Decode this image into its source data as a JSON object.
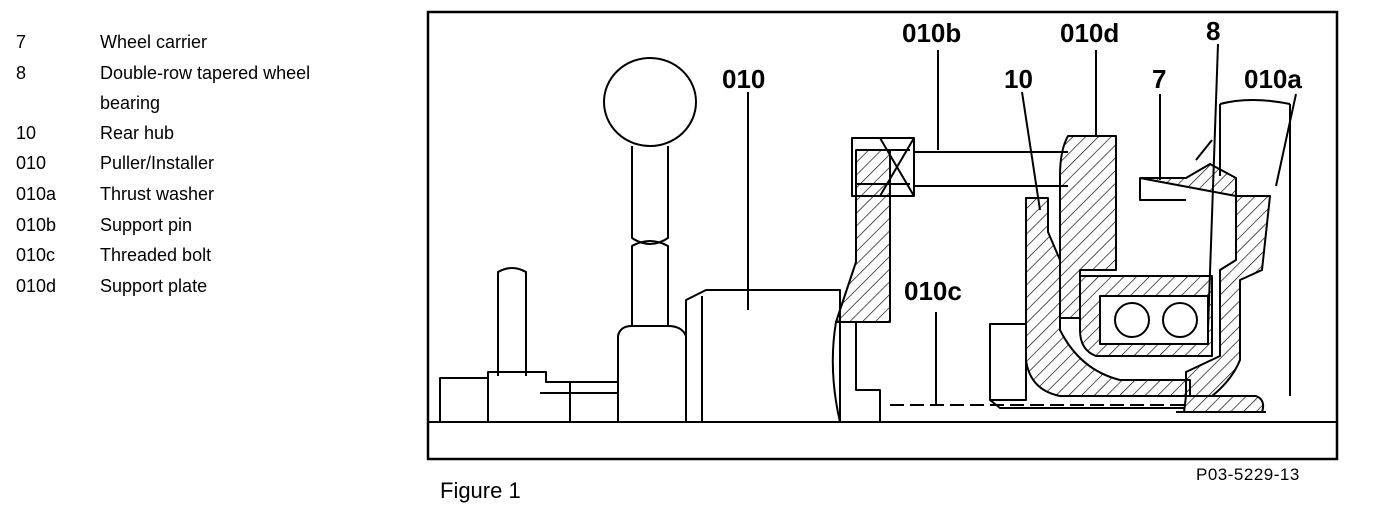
{
  "legend": [
    {
      "num": "7",
      "text": "Wheel carrier"
    },
    {
      "num": "8",
      "text": "Double-row tapered wheel",
      "text2": "bearing"
    },
    {
      "num": "10",
      "text": "Rear hub"
    },
    {
      "num": "010",
      "text": "Puller/Installer"
    },
    {
      "num": "010a",
      "text": "Thrust washer"
    },
    {
      "num": "010b",
      "text": "Support pin"
    },
    {
      "num": "010c",
      "text": "Threaded bolt"
    },
    {
      "num": "010d",
      "text": "Support plate"
    }
  ],
  "callouts": {
    "c010": "010",
    "c010b": "010b",
    "c010d": "010d",
    "c10": "10",
    "c7": "7",
    "c8": "8",
    "c010a": "010a",
    "c010c": "010c"
  },
  "caption": "Figure 1",
  "reference": "P03-5229-13"
}
